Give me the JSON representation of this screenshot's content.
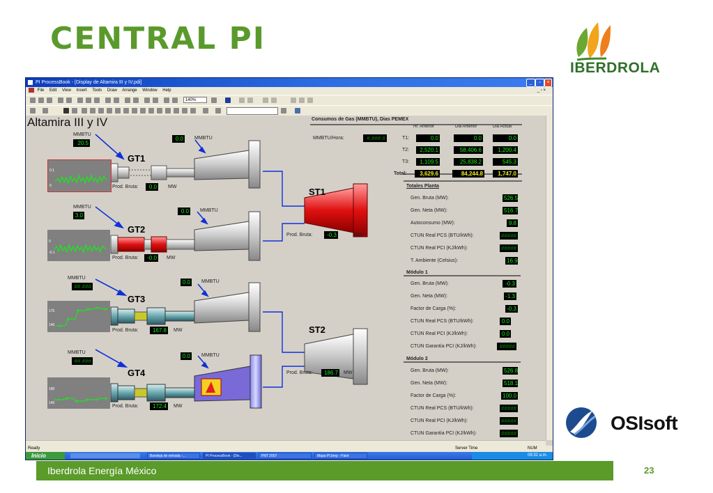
{
  "slide": {
    "title": "CENTRAL PI",
    "logo_text": "IBERDROLA",
    "osi_text": "OSIsoft",
    "footer": "Iberdrola Energía México",
    "page_number": "23"
  },
  "window": {
    "title": "PI ProcessBook - [Display de Altamira III y IV.pdi]",
    "menu": [
      "File",
      "Edit",
      "View",
      "Insert",
      "Tools",
      "Draw",
      "Arrange",
      "Window",
      "Help"
    ],
    "zoom": "140%"
  },
  "display": {
    "heading": "Altamira III y IV",
    "units": {
      "mmbtu": "MMBTU",
      "mw": "MW",
      "prod_bruta": "Prod. Bruta:"
    },
    "gt1": {
      "label": "GT1",
      "mmbtu_in": "20.5",
      "mmbtu_comb": "0.0",
      "prod": "0.0",
      "ticks": [
        "0.1",
        "0"
      ]
    },
    "gt2": {
      "label": "GT2",
      "mmbtu_in": "3.0",
      "mmbtu_comb": "0.0",
      "prod": "-0.0",
      "ticks": [
        "0",
        "-0.1"
      ]
    },
    "gt3": {
      "label": "GT3",
      "mmbtu_in": "##.###",
      "mmbtu_comb": "0.0",
      "prod": "167.8",
      "ticks": [
        "175",
        "140"
      ]
    },
    "gt4": {
      "label": "GT4",
      "mmbtu_in": "##.###",
      "mmbtu_comb": "0.0",
      "prod": "172.4",
      "ticks": [
        "180",
        "140"
      ]
    },
    "st1": {
      "label": "ST1",
      "prod": "-0.3"
    },
    "st2": {
      "label": "ST2",
      "prod": "186.7"
    }
  },
  "gas": {
    "title": "Consumos de Gas (MMBTU), Dias PEMEX",
    "headers": [
      "Hr. Anterior",
      "Dia Anterior",
      "Dia Actual"
    ],
    "mmbtu_hora_label": "MMBTU/Hora:",
    "mmbtu_hora": "#,###.#",
    "rows": [
      {
        "label": "T1:",
        "values": [
          "0.0",
          "0.0",
          "0.0"
        ]
      },
      {
        "label": "T2:",
        "values": [
          "2,520.1",
          "58,406.6",
          "1,200.4"
        ]
      },
      {
        "label": "T3:",
        "values": [
          "1,109.5",
          "25,838.2",
          "545.3"
        ]
      }
    ],
    "total": {
      "label": "Total:",
      "values": [
        "3,629.6",
        "84,244.8",
        "1,747.0"
      ]
    }
  },
  "totales": {
    "title": "Totales Planta",
    "items": [
      {
        "label": "Gen. Bruta (MW):",
        "value": "526.5"
      },
      {
        "label": "Gen. Neta (MW):",
        "value": "516.7"
      },
      {
        "label": "Autoconsumo (MW):",
        "value": "9.8"
      },
      {
        "label": "CTUN Real PCS (BTU/kWh):",
        "value": "#####"
      },
      {
        "label": "CTUN Real PCI (KJ/kWh):",
        "value": "#####"
      },
      {
        "label": "T. Ambiente (Celsius):",
        "value": "16.9"
      }
    ]
  },
  "modulo1": {
    "title": "Módulo 1",
    "items": [
      {
        "label": "Gen. Bruta (MW):",
        "value": "-0.3"
      },
      {
        "label": "Gen. Neta (MW):",
        "value": "-1.3"
      },
      {
        "label": "Factor de Carga (%):",
        "value": "-0.3"
      },
      {
        "label": "CTUN Real PCS (BTU/kWh):",
        "value": "0.0"
      },
      {
        "label": "CTUN Real PCI (KJ/kWh):",
        "value": "0.0"
      },
      {
        "label": "CTUN Garantía PCI (KJ/kWh):",
        "value": "#####"
      }
    ]
  },
  "modulo2": {
    "title": "Módulo 2",
    "items": [
      {
        "label": "Gen. Bruta (MW):",
        "value": "526.8"
      },
      {
        "label": "Gen. Neta (MW):",
        "value": "518.1"
      },
      {
        "label": "Factor de Carga (%):",
        "value": "100.0"
      },
      {
        "label": "CTUN Real PCS (BTU/kWh):",
        "value": "#####"
      },
      {
        "label": "CTUN Real PCI (KJ/kWh):",
        "value": "#####"
      },
      {
        "label": "CTUN Garantía PCI (KJ/kWh):",
        "value": "#####"
      }
    ]
  },
  "status": {
    "ready": "Ready",
    "server_time": "Server Time",
    "num": "NUM"
  },
  "taskbar": {
    "start": "Inicio",
    "tasks": [
      "Bandeja de entrada -...",
      "PI ProcessBook - [Dis...",
      "PNT 2007",
      "Mapa PI.bmp - Paint"
    ],
    "clock": "09:32 a.m."
  }
}
